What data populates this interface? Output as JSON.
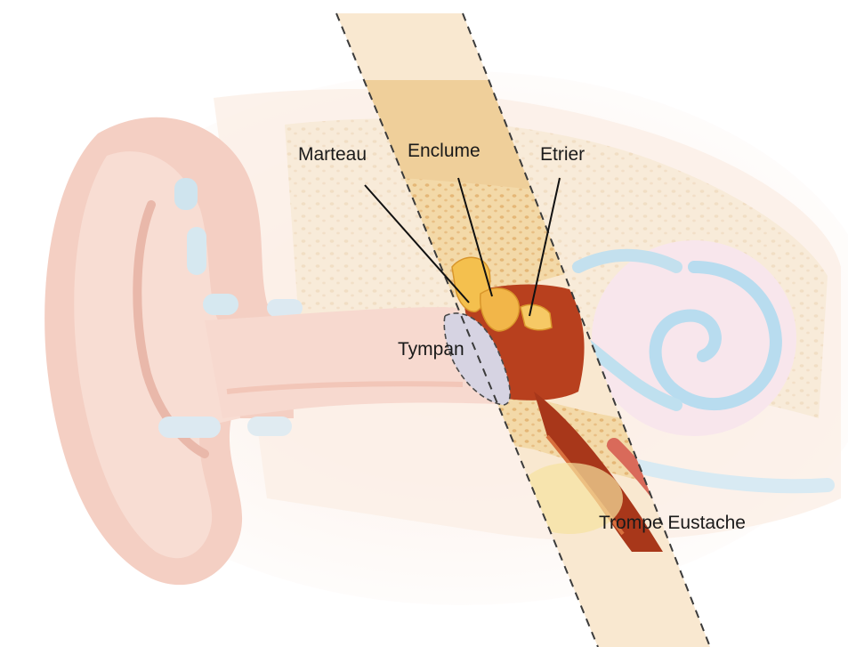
{
  "labels": {
    "malleus": "Marteau",
    "incus": "Enclume",
    "stapes": "Etrier",
    "eardrum": "Tympan",
    "eustachian_tube": "Trompe Eustache"
  },
  "colors": {
    "skin": "#f6d3c8",
    "skin_dark": "#efbcae",
    "bone": "#f3d9a8",
    "bone_dot": "#e5b777",
    "cavity": "#b8401e",
    "cavity_dark": "#8e2a12",
    "ossicle": "#f4c04e",
    "cochlea": "#f6dfe6",
    "canal_blue": "#a9d6ec",
    "eardrum": "#d6d3e2"
  }
}
